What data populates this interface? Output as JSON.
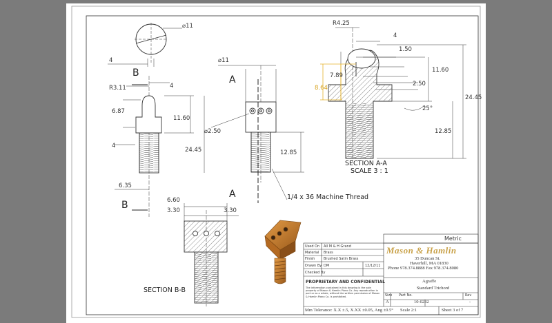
{
  "views": {
    "top_dim": "⌀11",
    "top_dim_4": "4",
    "front": {
      "section_label": "B",
      "r": "R3.11",
      "d4": "4",
      "h687": "6.87",
      "h1160": "11.60",
      "h4": "4",
      "h2445": "24.45",
      "w635": "6.35",
      "section_label_bottom": "B"
    },
    "side": {
      "dia": "⌀11",
      "cut": "A",
      "hole": "⌀2.50",
      "h1285": "12.85",
      "cut_bottom": "A",
      "thread": "1/4 x 36 Machine Thread"
    },
    "section_aa": {
      "r": "R4.25",
      "d4": "4",
      "d150": "1.50",
      "d789": "7.89",
      "d864": "8.64",
      "d1160": "11.60",
      "d250": "2.50",
      "angle": "25°",
      "d2445": "24.45",
      "d1285": "12.85",
      "title": "SECTION A-A",
      "scale": "SCALE 3 : 1"
    },
    "section_bb": {
      "d660": "6.60",
      "d330l": "3.30",
      "d330r": "3.30",
      "title": "SECTION B-B"
    }
  },
  "title_block": {
    "metric": "Metric",
    "used_on_label": "Used On",
    "used_on": "All M & H Grand",
    "material_label": "Material",
    "material": "Brass",
    "finish_label": "Finish",
    "finish": "Brushed Satin Brass",
    "drawn_label": "Drawn By",
    "drawn_by": "DM",
    "date": "12/12/11",
    "checked_label": "Checked By",
    "proprietary": "PROPRIETARY AND CONFIDENTIAL",
    "prop_text": "The information contained in this drawing is the sole property of Mason & Hamlin Piano Co. Any reproduction in part or as a whole, without the written permission of Mason & Hamlin Piano Co. is prohibited.",
    "brand": "Mason & Hamlin",
    "address1": "35 Duncan St.",
    "address2": "Haverhill, MA 01830",
    "phone": "Phone 978.374.8888  Fax 978.374.8080",
    "part_name": "Agraffe",
    "part_sub": "Standard Trichord",
    "size_label": "Size",
    "size": "A",
    "part_no_label": "Part No.",
    "part_no": "10-0232",
    "rev_label": "Rev",
    "rev": "-",
    "scale": "Scale  2:1",
    "sheet": "Sheet 3 of 7",
    "tolerance": "Mm Tolerance: X.X ±.5,  X.XX ±0.05, Ang ±0.5°"
  },
  "colors": {
    "bronze": "#c97d2b",
    "dim_highlight": "#e4b12a"
  }
}
